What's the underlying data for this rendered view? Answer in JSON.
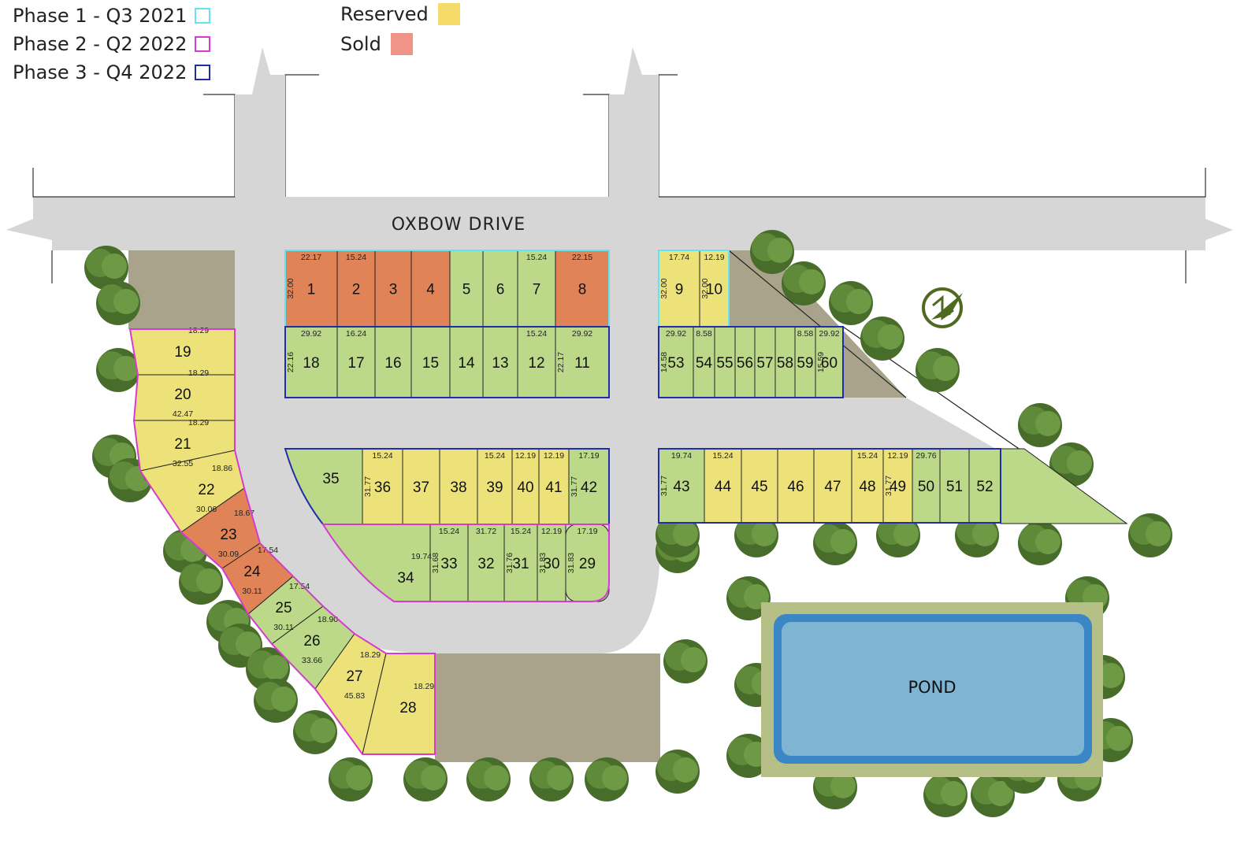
{
  "legend": {
    "phases": [
      {
        "label": "Phase 1 - Q3 2021",
        "color": "#62e4f2"
      },
      {
        "label": "Phase 2 - Q2 2022",
        "color": "#d63ad0"
      },
      {
        "label": "Phase 3 - Q4 2022",
        "color": "#1f2da8"
      }
    ],
    "statuses": [
      {
        "label": "Reserved",
        "color": "#f5dc6a"
      },
      {
        "label": "Sold",
        "color": "#f0948a"
      }
    ]
  },
  "map": {
    "road_name": "OXBOW DRIVE",
    "pond_label": "POND",
    "colors": {
      "available": "#bcd98a",
      "reserved": "#ede27a",
      "sold": "#e08458",
      "road": "#d6d6d6",
      "open_ground": "#a8a38a",
      "tree": "#5f8a3a",
      "water": "#7fb4d2"
    },
    "icons": [
      "north-compass-icon",
      "tree-icon"
    ],
    "lots": [
      {
        "id": "1",
        "status": "sold",
        "dims": [
          "22.17",
          "32.00"
        ]
      },
      {
        "id": "2",
        "status": "sold",
        "dims": [
          "15.24"
        ]
      },
      {
        "id": "3",
        "status": "sold",
        "dims": []
      },
      {
        "id": "4",
        "status": "sold",
        "dims": []
      },
      {
        "id": "5",
        "status": "available",
        "dims": []
      },
      {
        "id": "6",
        "status": "available",
        "dims": []
      },
      {
        "id": "7",
        "status": "available",
        "dims": [
          "15.24"
        ]
      },
      {
        "id": "8",
        "status": "sold",
        "dims": [
          "22.15"
        ]
      },
      {
        "id": "9",
        "status": "reserved",
        "dims": [
          "17.74",
          "32.00"
        ]
      },
      {
        "id": "10",
        "status": "reserved",
        "dims": [
          "12.19",
          "32.00"
        ]
      },
      {
        "id": "11",
        "status": "available",
        "dims": [
          "29.92",
          "22.17"
        ]
      },
      {
        "id": "12",
        "status": "available",
        "dims": [
          "15.24"
        ]
      },
      {
        "id": "13",
        "status": "available",
        "dims": []
      },
      {
        "id": "14",
        "status": "available",
        "dims": []
      },
      {
        "id": "15",
        "status": "available",
        "dims": []
      },
      {
        "id": "16",
        "status": "available",
        "dims": []
      },
      {
        "id": "17",
        "status": "available",
        "dims": [
          "16.24"
        ]
      },
      {
        "id": "18",
        "status": "available",
        "dims": [
          "29.92",
          "22.16"
        ]
      },
      {
        "id": "19",
        "status": "reserved",
        "dims": [
          "18.29"
        ]
      },
      {
        "id": "20",
        "status": "reserved",
        "dims": [
          "18.29",
          "42.47"
        ]
      },
      {
        "id": "21",
        "status": "reserved",
        "dims": [
          "18.29",
          "32.55"
        ]
      },
      {
        "id": "22",
        "status": "reserved",
        "dims": [
          "18.86",
          "30.06"
        ]
      },
      {
        "id": "23",
        "status": "sold",
        "dims": [
          "18.67",
          "30.09"
        ]
      },
      {
        "id": "24",
        "status": "sold",
        "dims": [
          "17.54",
          "30.11"
        ]
      },
      {
        "id": "25",
        "status": "available",
        "dims": [
          "17.54",
          "30.11"
        ]
      },
      {
        "id": "26",
        "status": "available",
        "dims": [
          "18.90",
          "33.66"
        ]
      },
      {
        "id": "27",
        "status": "reserved",
        "dims": [
          "18.29",
          "45.83"
        ]
      },
      {
        "id": "28",
        "status": "reserved",
        "dims": [
          "18.29"
        ]
      },
      {
        "id": "29",
        "status": "available",
        "dims": [
          "17.19",
          "31.83"
        ]
      },
      {
        "id": "30",
        "status": "available",
        "dims": [
          "12.19",
          "31.83"
        ]
      },
      {
        "id": "31",
        "status": "available",
        "dims": [
          "15.24",
          "31.76"
        ]
      },
      {
        "id": "32",
        "status": "available",
        "dims": [
          "31.72"
        ]
      },
      {
        "id": "33",
        "status": "available",
        "dims": [
          "15.24",
          "31.68"
        ]
      },
      {
        "id": "34",
        "status": "available",
        "dims": [
          "19.74"
        ]
      },
      {
        "id": "35",
        "status": "available",
        "dims": []
      },
      {
        "id": "36",
        "status": "reserved",
        "dims": [
          "15.24",
          "31.77"
        ]
      },
      {
        "id": "37",
        "status": "reserved",
        "dims": []
      },
      {
        "id": "38",
        "status": "reserved",
        "dims": []
      },
      {
        "id": "39",
        "status": "reserved",
        "dims": [
          "15.24"
        ]
      },
      {
        "id": "40",
        "status": "reserved",
        "dims": [
          "12.19"
        ]
      },
      {
        "id": "41",
        "status": "reserved",
        "dims": [
          "12.19"
        ]
      },
      {
        "id": "42",
        "status": "available",
        "dims": [
          "17.19",
          "31.77"
        ]
      },
      {
        "id": "43",
        "status": "available",
        "dims": [
          "19.74",
          "31.77"
        ]
      },
      {
        "id": "44",
        "status": "reserved",
        "dims": [
          "15.24"
        ]
      },
      {
        "id": "45",
        "status": "reserved",
        "dims": []
      },
      {
        "id": "46",
        "status": "reserved",
        "dims": []
      },
      {
        "id": "47",
        "status": "reserved",
        "dims": []
      },
      {
        "id": "48",
        "status": "reserved",
        "dims": [
          "15.24"
        ]
      },
      {
        "id": "49",
        "status": "reserved",
        "dims": [
          "12.19",
          "31.77"
        ]
      },
      {
        "id": "50",
        "status": "available",
        "dims": [
          "29.76"
        ]
      },
      {
        "id": "51",
        "status": "available",
        "dims": []
      },
      {
        "id": "52",
        "status": "available",
        "dims": []
      },
      {
        "id": "53",
        "status": "available",
        "dims": [
          "29.92",
          "14.58"
        ]
      },
      {
        "id": "54",
        "status": "available",
        "dims": [
          "8.58"
        ]
      },
      {
        "id": "55",
        "status": "available",
        "dims": []
      },
      {
        "id": "56",
        "status": "available",
        "dims": []
      },
      {
        "id": "57",
        "status": "available",
        "dims": []
      },
      {
        "id": "58",
        "status": "available",
        "dims": []
      },
      {
        "id": "59",
        "status": "available",
        "dims": [
          "8.58"
        ]
      },
      {
        "id": "60",
        "status": "available",
        "dims": [
          "29.92",
          "15.59"
        ]
      }
    ]
  }
}
